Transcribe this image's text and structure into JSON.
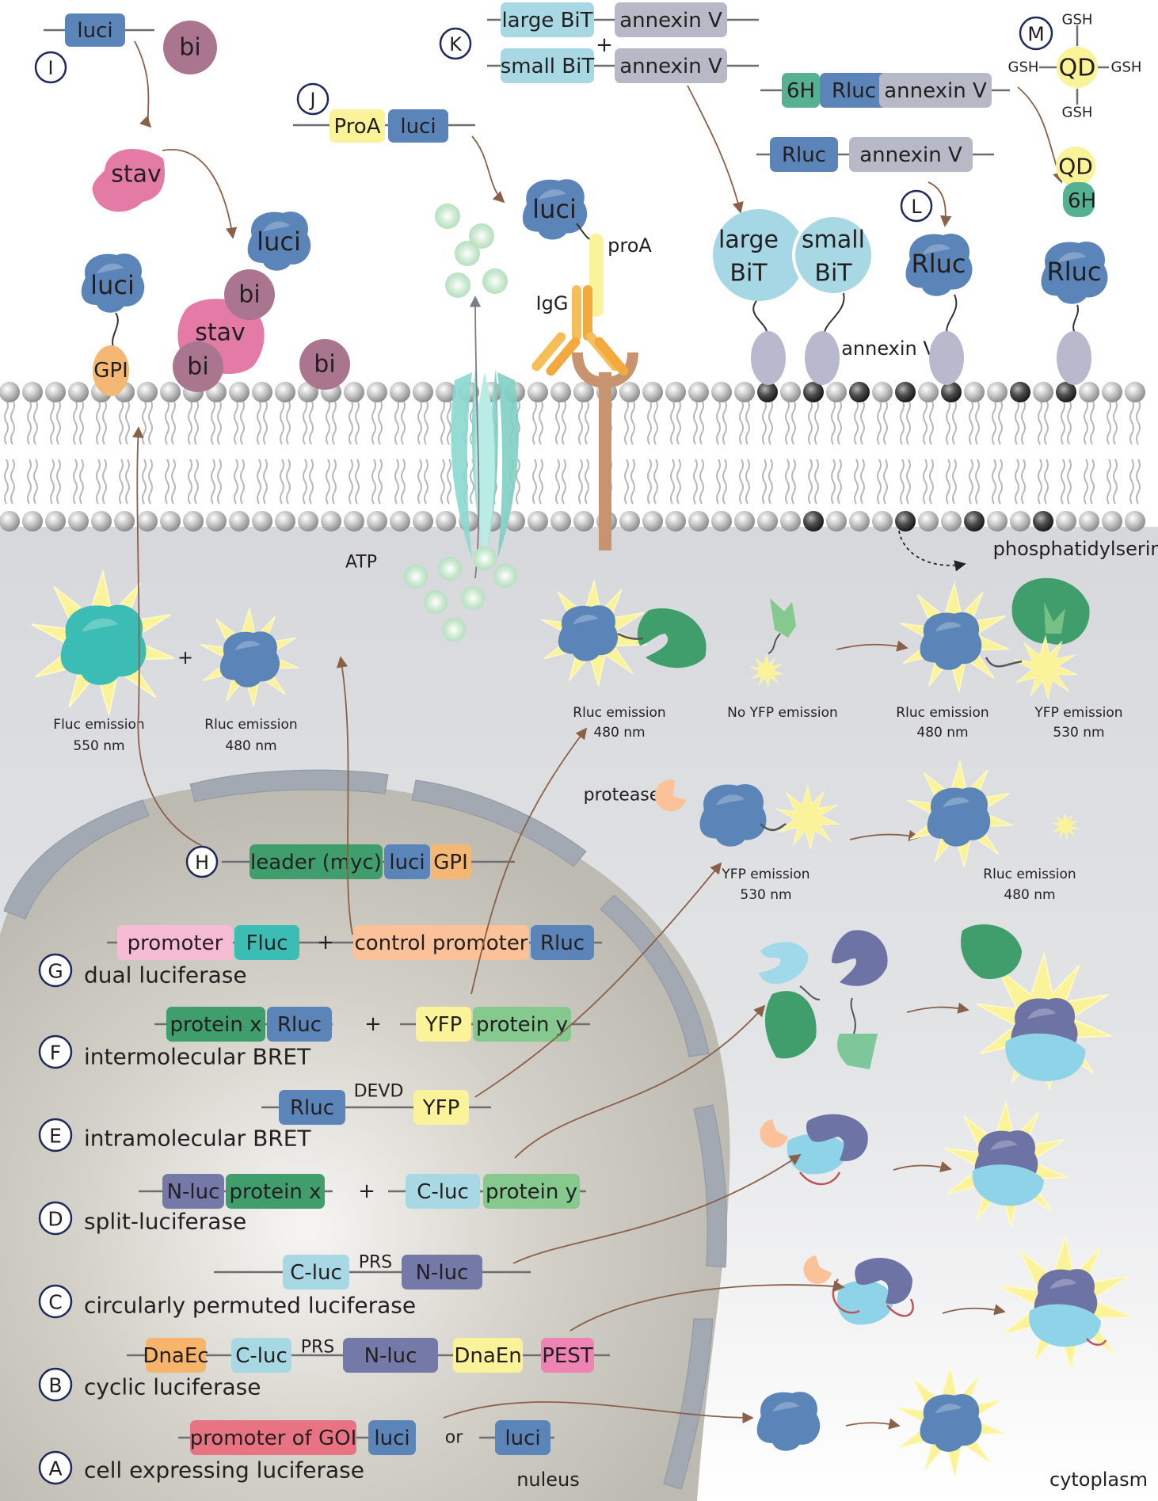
{
  "labels": {
    "panel_I": "I",
    "panel_J": "J",
    "panel_K": "K",
    "panel_L": "L",
    "panel_M": "M",
    "panel_H": "H",
    "panel_G": "G",
    "panel_F": "F",
    "panel_E": "E",
    "panel_D": "D",
    "panel_C": "C",
    "panel_B": "B",
    "panel_A": "A",
    "luci": "luci",
    "bi": "bi",
    "stav": "stav",
    "gpi": "GPI",
    "proa_box": "ProA",
    "proa": "proA",
    "igg": "IgG",
    "large_bit": "large BiT",
    "small_bit": "small BiT",
    "annexin_v": "annexin V",
    "six_h": "6H",
    "rluc": "Rluc",
    "qd": "QD",
    "gsh": "GSH",
    "large": "large",
    "small": "small",
    "bit": "BiT",
    "plus": "+",
    "atp": "ATP",
    "phosphatidylserine": "phosphatidylserine",
    "fluc_emission": "Fluc emission",
    "nm550": "550 nm",
    "rluc_emission": "Rluc emission",
    "nm480": "480 nm",
    "no_yfp_emission": "No YFP emission",
    "yfp_emission": "YFP emission",
    "nm530": "530 nm",
    "protease": "protease",
    "leader_myc": "leader (myc)",
    "promoter": "promoter",
    "fluc": "Fluc",
    "control_promoter": "control promoter",
    "dual_luciferase": "dual luciferase",
    "protein_x": "protein x",
    "protein_y": "protein y",
    "yfp": "YFP",
    "intermolecular_bret": "intermolecular BRET",
    "devd": "DEVD",
    "intramolecular_bret": "intramolecular BRET",
    "n_luc": "N-luc",
    "c_luc": "C-luc",
    "split_luciferase": "split-luciferase",
    "prs": "PRS",
    "circularly_permuted": "circularly permuted luciferase",
    "dnaec": "DnaEc",
    "dnaen": "DnaEn",
    "pest": "PEST",
    "cyclic_luciferase": "cyclic luciferase",
    "promoter_goi": "promoter of GOI",
    "or": "or",
    "cell_expressing": "cell expressing luciferase",
    "nucleus": "nuleus",
    "cytoplasm": "cytoplasm"
  },
  "colors": {
    "luci_blue": "#5b85b8",
    "bi_purple": "#a9758f",
    "stav_pink": "#e47aa6",
    "gpi_orange": "#f4b774",
    "yellow": "#fbf39a",
    "light_blue": "#a8d8e4",
    "grey_box": "#b8b9c6",
    "teal_green": "#56b193",
    "fluc_teal": "#3bbcb5",
    "dark_green": "#3f9e6c",
    "mid_green": "#86c98f",
    "pink_promoter": "#f6bcd6",
    "peach": "#fbc299",
    "red_goi": "#e87483",
    "navy_nluc": "#7579a7",
    "pest_pink": "#ef83b4",
    "dnaec_orange": "#f7b56b",
    "arrow": "#8a6049"
  }
}
